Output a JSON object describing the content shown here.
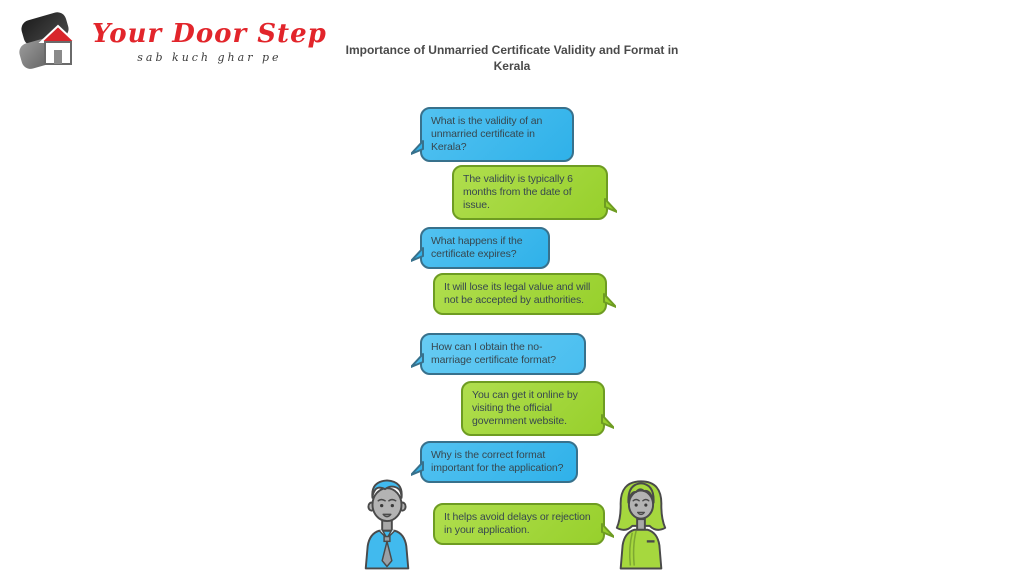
{
  "logo": {
    "brand": "Your Door Step",
    "tagline": "sab kuch ghar pe",
    "icon": "house-icon",
    "brand_color": "#e2252b",
    "tagline_color": "#3c3c3c"
  },
  "header": {
    "title": "Importance of Unmarried Certificate Validity and Format in Kerala",
    "lines": [
      "Importance of Unmarried Certificate Validity and Format in",
      "Kerala"
    ],
    "title_color": "#4a4a4a"
  },
  "chat": {
    "messages": [
      {
        "role": "question",
        "side": "left",
        "text": "What is the validity of an unmarried certificate in Kerala?"
      },
      {
        "role": "answer",
        "side": "right",
        "text": "The validity is typically 6 months from the date of issue."
      },
      {
        "role": "question",
        "side": "left",
        "text": "What happens if the certificate expires?"
      },
      {
        "role": "answer",
        "side": "right",
        "text": "It will lose its legal value and will not be accepted by authorities."
      },
      {
        "role": "question",
        "side": "left",
        "text": "How can I obtain the no-marriage certificate format?"
      },
      {
        "role": "answer",
        "side": "right",
        "text": "You can get it online by visiting the official government website."
      },
      {
        "role": "question",
        "side": "left",
        "text": "Why is the correct format important for the application?"
      },
      {
        "role": "answer",
        "side": "right",
        "text": "It helps avoid delays or rejection in your application."
      }
    ],
    "colors": {
      "question_bubble": "#3ab6ec",
      "question_border": "#38718c",
      "answer_bubble": "#a3d73a",
      "answer_border": "#6e9c22",
      "bubble_text": "#37474f"
    }
  },
  "characters": {
    "left": "man-avatar",
    "right": "woman-avatar"
  }
}
